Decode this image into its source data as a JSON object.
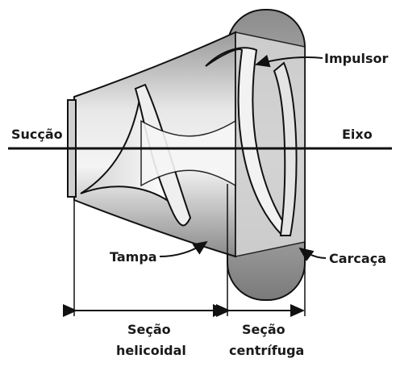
{
  "diagram": {
    "labels": {
      "impulsor": "Impulsor",
      "succao": "Sucção",
      "eixo": "Eixo",
      "tampa": "Tampa",
      "carcaca": "Carcaça",
      "secao_helicoidal_1": "Seção",
      "secao_helicoidal_2": "helicoidal",
      "secao_centrifuga_1": "Seção",
      "secao_centrifuga_2": "centrífuga"
    },
    "colors": {
      "body_gray": "#bdbdbd",
      "dark_gray": "#808080",
      "outline": "#111111"
    }
  }
}
